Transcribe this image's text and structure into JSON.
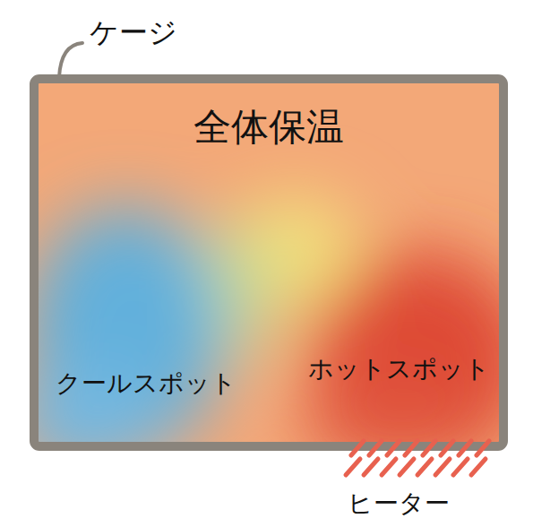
{
  "diagram": {
    "nodes": [
      {
        "text": [
          "ケージ",
          "全体保温"
        ]
      },
      {
        "text": [
          "クールスポット"
        ],
        "in": 0
      },
      {
        "text": [
          "ホットスポット"
        ],
        "in": 0
      }
    ],
    "labels": [
      "ヒーター"
    ]
  }
}
